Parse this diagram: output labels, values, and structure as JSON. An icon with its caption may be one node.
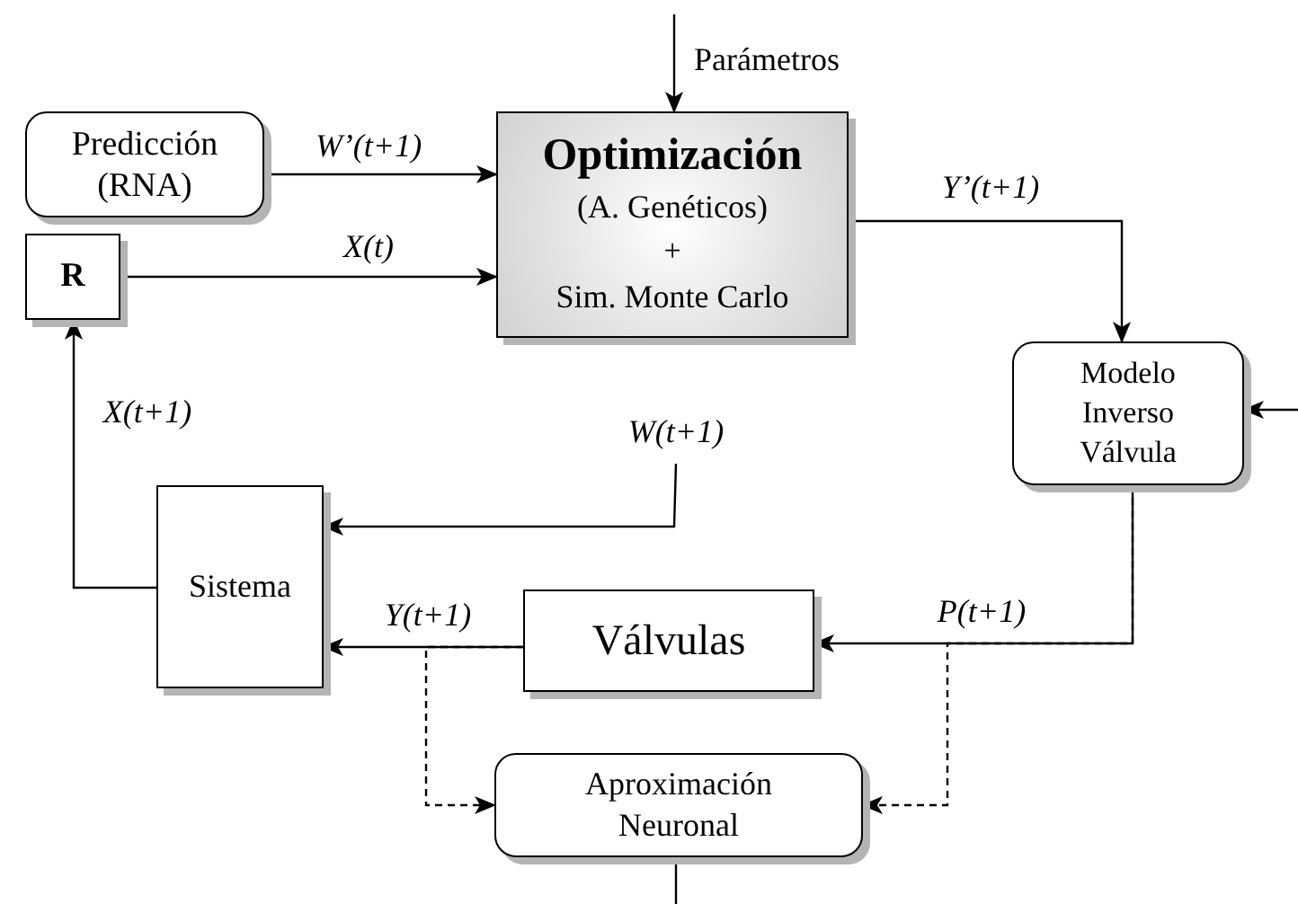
{
  "diagram": {
    "nodes": [
      {
        "text": [
          "Predicción (RNA)"
        ]
      },
      {
        "text": [
          "R"
        ]
      },
      {
        "text": [
          "Optimización",
          "(A. Genéticos)",
          "+",
          "Sim. Monte Carlo"
        ]
      },
      {
        "text": [
          "Modelo Inverso Válvula"
        ]
      },
      {
        "text": [
          "Sistema"
        ]
      },
      {
        "text": [
          "Válvulas"
        ]
      },
      {
        "text": [
          "Aproximación Neuronal"
        ]
      }
    ],
    "edges": [
      {
        "from": null,
        "to": 2,
        "arrow": "to",
        "label": "Parámetros"
      },
      {
        "from": 0,
        "to": 2,
        "arrow": "to",
        "label": "W’(t+1)"
      },
      {
        "from": 1,
        "to": 2,
        "arrow": "to",
        "label": "X(t)"
      },
      {
        "from": 2,
        "to": 3,
        "arrow": "to",
        "label": "Y’(t+1)"
      },
      {
        "from": null,
        "to": 3,
        "arrow": "to"
      },
      {
        "from": 3,
        "to": 5,
        "arrow": "to",
        "label": "P(t+1)"
      },
      {
        "from": 5,
        "to": 4,
        "arrow": "to",
        "label": "Y(t+1)"
      },
      {
        "from": null,
        "to": 4,
        "arrow": "to",
        "label": "W(t+1)"
      },
      {
        "from": 4,
        "to": 1,
        "arrow": "to",
        "label": "X(t+1)"
      },
      {
        "from": 5,
        "to": 6,
        "arrow": "to",
        "style": "dashed"
      },
      {
        "from": 3,
        "to": 6,
        "arrow": "to",
        "style": "dashed"
      },
      {
        "from": 6,
        "to": null,
        "arrow": "none"
      }
    ]
  }
}
